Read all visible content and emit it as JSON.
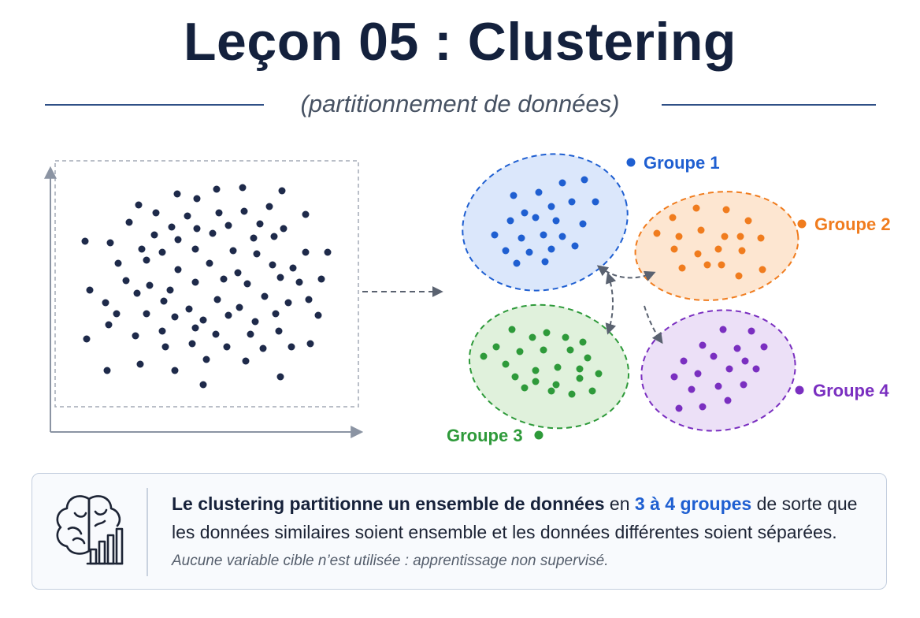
{
  "title": "Leçon 05 : Clustering",
  "subtitle": "(partitionnement de données)",
  "groups": [
    {
      "label": "Groupe 1",
      "color": "#1f5fd1",
      "fill": "#dbe7fb"
    },
    {
      "label": "Groupe 2",
      "color": "#f07c1e",
      "fill": "#fde6d1"
    },
    {
      "label": "Groupe 3",
      "color": "#2e9a3a",
      "fill": "#e0f1dc"
    },
    {
      "label": "Groupe 4",
      "color": "#7a2fc0",
      "fill": "#ece0f7"
    }
  ],
  "colors": {
    "raw_points": "#1e2a4a",
    "axis": "#8b94a3",
    "dashed_arrow": "#5a6270",
    "title": "#14213d"
  },
  "icon": "brain-chart-icon",
  "info": {
    "line1_bold": "Le clustering partitionne un ensemble de données",
    "line1_mid": " en ",
    "line1_highlight": "3 à 4 groupes",
    "line1_end": " de sorte que",
    "line2": "les données similaires soient ensemble et les données différentes soient séparées.",
    "note": "Aucune variable cible n’est utilisée : apprentissage non supervisé."
  }
}
